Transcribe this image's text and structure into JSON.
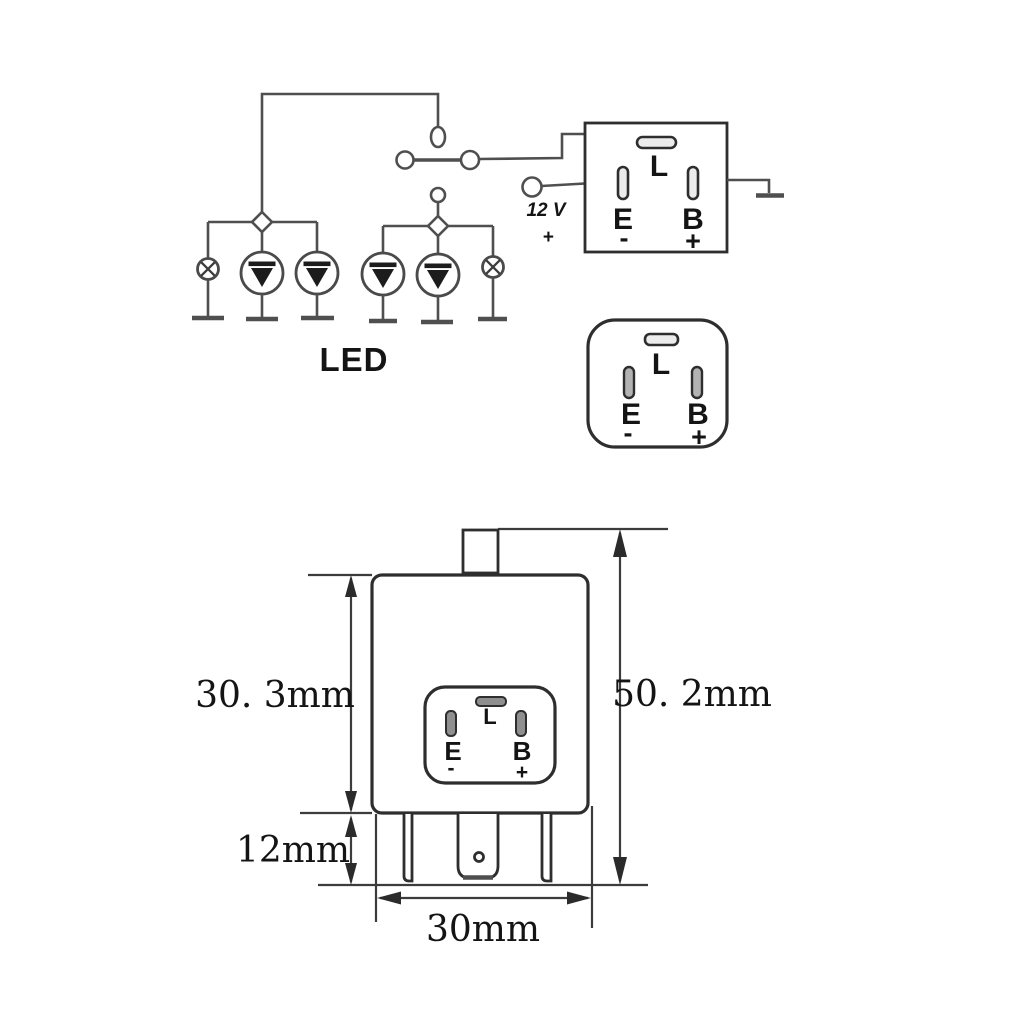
{
  "colors": {
    "background": "#ffffff",
    "wire": "#4f4f4f",
    "outline": "#2e2e2e",
    "text": "#141414"
  },
  "circuit": {
    "power_label": "12 V",
    "power_polarity": "+",
    "led_group_label": "LED"
  },
  "pin_labels": {
    "load": "L",
    "earth": "E",
    "earth_sign": "-",
    "battery": "B",
    "battery_sign": "+"
  },
  "dimensions": {
    "body_height": "30. 3mm",
    "pin_length": "12mm",
    "overall_height": "50. 2mm",
    "body_width": "30mm"
  }
}
